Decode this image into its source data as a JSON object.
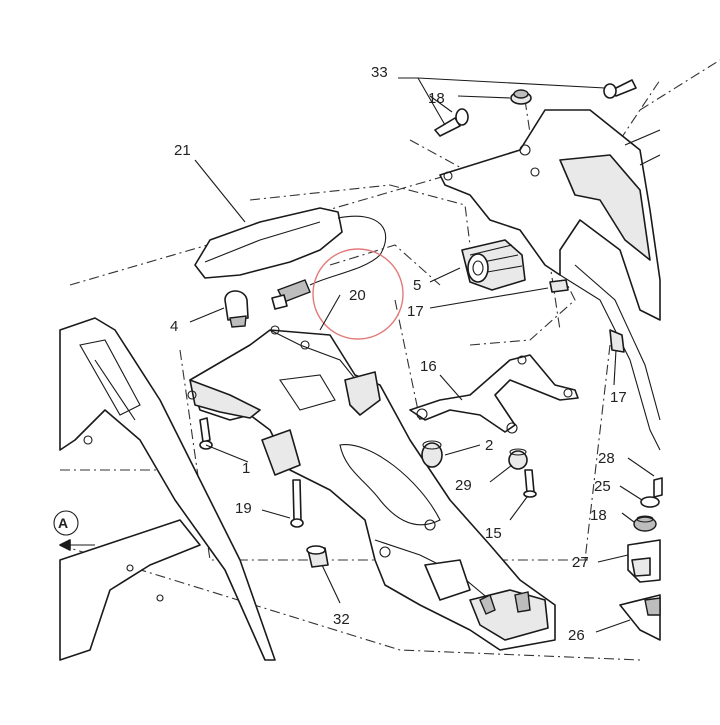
{
  "labels": {
    "l33": "33",
    "l18a": "18",
    "l21": "21",
    "l5": "5",
    "l20": "20",
    "l17a": "17",
    "l4": "4",
    "l16": "16",
    "l17b": "17",
    "l2": "2",
    "l1": "1",
    "l29": "29",
    "l28": "28",
    "l25": "25",
    "l19": "19",
    "l15": "15",
    "l18b": "18",
    "l27": "27",
    "l32": "32",
    "l26": "26",
    "lA": "A"
  },
  "colors": {
    "ink": "#1a1a1a",
    "highlight_circle": "#e27a7a",
    "fill_gray": "#e9e9e9"
  }
}
